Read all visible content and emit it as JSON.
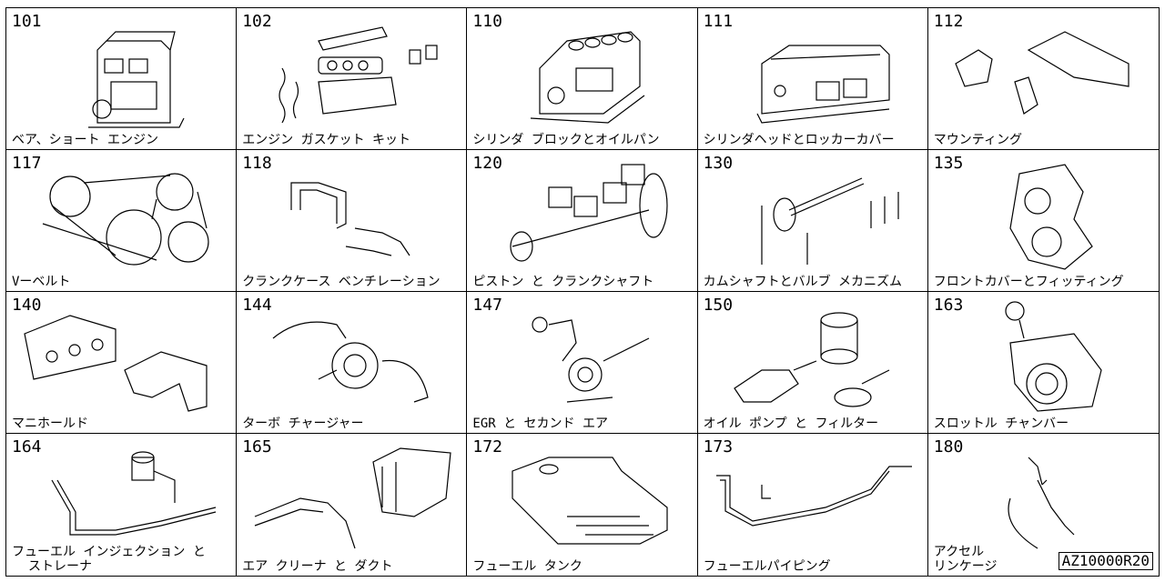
{
  "diagram": {
    "reference_code": "AZ10000R20",
    "items": [
      {
        "code": "101",
        "label": "ベア、ショート エンジン"
      },
      {
        "code": "102",
        "label": "エンジン ガスケット キット"
      },
      {
        "code": "110",
        "label": "シリンダ ブロックとオイルパン"
      },
      {
        "code": "111",
        "label": "シリンダヘッドとロッカーカバー"
      },
      {
        "code": "112",
        "label": "マウンティング"
      },
      {
        "code": "117",
        "label": "Vーベルト"
      },
      {
        "code": "118",
        "label": "クランクケース ベンチレーション"
      },
      {
        "code": "120",
        "label": "ピストン と クランクシャフト"
      },
      {
        "code": "130",
        "label": "カムシャフトとバルブ  メカニズム"
      },
      {
        "code": "135",
        "label": "フロントカバーとフィッティング"
      },
      {
        "code": "140",
        "label": "マニホールド"
      },
      {
        "code": "144",
        "label": "ターボ チャージャー"
      },
      {
        "code": "147",
        "label": "EGR と セカンド エア"
      },
      {
        "code": "150",
        "label": "オイル ポンプ と フィルター"
      },
      {
        "code": "163",
        "label": "スロットル チャンバー"
      },
      {
        "code": "164",
        "label": "フューエル インジェクション と",
        "label2": "ストレーナ"
      },
      {
        "code": "165",
        "label": "エア クリーナ と ダクト"
      },
      {
        "code": "172",
        "label": "フューエル タンク"
      },
      {
        "code": "173",
        "label": "フューエルパイピング"
      },
      {
        "code": "180",
        "label": "アクセル",
        "label2": "リンケージ"
      }
    ]
  }
}
